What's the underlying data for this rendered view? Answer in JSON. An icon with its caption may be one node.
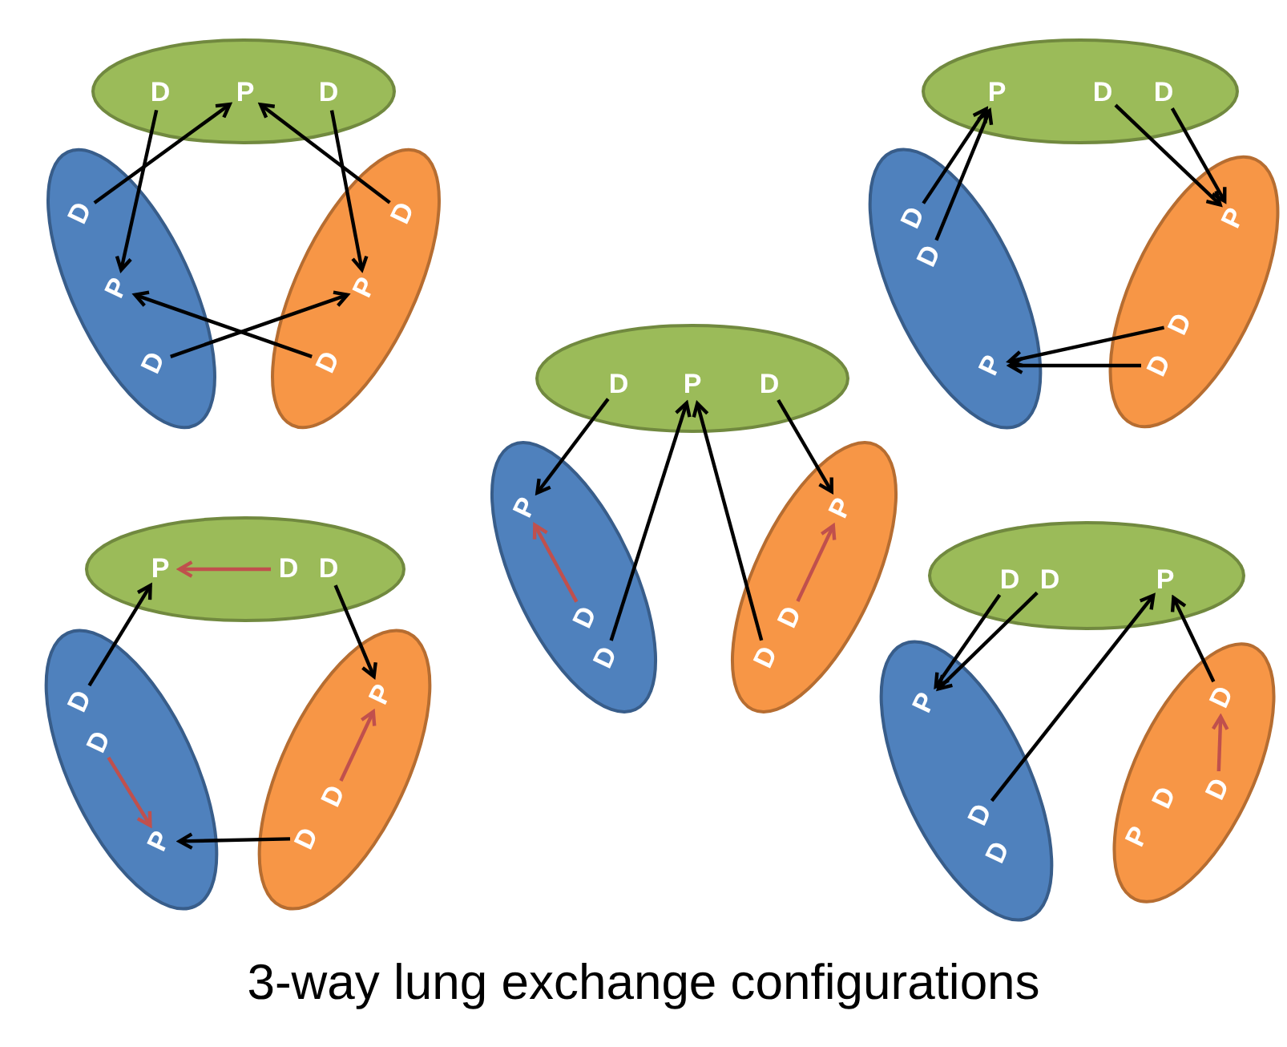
{
  "diagram": {
    "caption": "3-way lung exchange configurations",
    "nodes": [
      {
        "text": [],
        "shape": "ellipse"
      },
      {
        "text": [
          "D"
        ],
        "in": 0
      },
      {
        "text": [
          "P"
        ],
        "in": 0
      },
      {
        "text": [
          "D"
        ],
        "in": 0
      },
      {
        "text": [],
        "shape": "ellipse"
      },
      {
        "text": [
          "D"
        ],
        "in": 4
      },
      {
        "text": [
          "P"
        ],
        "in": 4
      },
      {
        "text": [
          "D"
        ],
        "in": 4
      },
      {
        "text": [],
        "shape": "ellipse"
      },
      {
        "text": [
          "D"
        ],
        "in": 8
      },
      {
        "text": [
          "P"
        ],
        "in": 8
      },
      {
        "text": [
          "D"
        ],
        "in": 8
      },
      {
        "text": [],
        "shape": "ellipse"
      },
      {
        "text": [
          "P"
        ],
        "in": 12
      },
      {
        "text": [
          "D"
        ],
        "in": 12
      },
      {
        "text": [
          "D"
        ],
        "in": 12
      },
      {
        "text": [],
        "shape": "ellipse"
      },
      {
        "text": [
          "D"
        ],
        "in": 16
      },
      {
        "text": [
          "D"
        ],
        "in": 16
      },
      {
        "text": [
          "P"
        ],
        "in": 16
      },
      {
        "text": [],
        "shape": "ellipse"
      },
      {
        "text": [
          "P"
        ],
        "in": 20
      },
      {
        "text": [
          "D"
        ],
        "in": 20
      },
      {
        "text": [
          "D"
        ],
        "in": 20
      },
      {
        "text": [],
        "shape": "ellipse"
      },
      {
        "text": [
          "D"
        ],
        "in": 24
      },
      {
        "text": [
          "P"
        ],
        "in": 24
      },
      {
        "text": [
          "D"
        ],
        "in": 24
      },
      {
        "text": [],
        "shape": "ellipse"
      },
      {
        "text": [
          "P"
        ],
        "in": 28
      },
      {
        "text": [
          "D"
        ],
        "in": 28
      },
      {
        "text": [
          "D"
        ],
        "in": 28
      },
      {
        "text": [],
        "shape": "ellipse"
      },
      {
        "text": [
          "P"
        ],
        "in": 32
      },
      {
        "text": [
          "D"
        ],
        "in": 32
      },
      {
        "text": [
          "D"
        ],
        "in": 32
      },
      {
        "text": [],
        "shape": "ellipse"
      },
      {
        "text": [
          "P"
        ],
        "in": 36
      },
      {
        "text": [
          "D"
        ],
        "in": 36
      },
      {
        "text": [
          "D"
        ],
        "in": 36
      },
      {
        "text": [],
        "shape": "ellipse"
      },
      {
        "text": [
          "D"
        ],
        "in": 40
      },
      {
        "text": [
          "D"
        ],
        "in": 40
      },
      {
        "text": [
          "P"
        ],
        "in": 40
      },
      {
        "text": [],
        "shape": "ellipse"
      },
      {
        "text": [
          "P"
        ],
        "in": 44
      },
      {
        "text": [
          "D"
        ],
        "in": 44
      },
      {
        "text": [
          "D"
        ],
        "in": 44
      },
      {
        "text": [],
        "shape": "ellipse"
      },
      {
        "text": [
          "D"
        ],
        "in": 48
      },
      {
        "text": [
          "D"
        ],
        "in": 48
      },
      {
        "text": [
          "P"
        ],
        "in": 48
      },
      {
        "text": [],
        "shape": "ellipse"
      },
      {
        "text": [
          "P"
        ],
        "in": 52
      },
      {
        "text": [
          "D"
        ],
        "in": 52
      },
      {
        "text": [
          "D"
        ],
        "in": 52
      },
      {
        "text": [],
        "shape": "ellipse"
      },
      {
        "text": [
          "D"
        ],
        "in": 56
      },
      {
        "text": [
          "D"
        ],
        "in": 56
      },
      {
        "text": [
          "D"
        ],
        "in": 56
      },
      {
        "text": [
          "P"
        ],
        "in": 56
      }
    ],
    "edges": [
      {
        "from": 1,
        "to": 6,
        "arrow": "to"
      },
      {
        "from": 5,
        "to": 2,
        "arrow": "to"
      },
      {
        "from": 3,
        "to": 10,
        "arrow": "to"
      },
      {
        "from": 9,
        "to": 2,
        "arrow": "to"
      },
      {
        "from": 7,
        "to": 10,
        "arrow": "to"
      },
      {
        "from": 11,
        "to": 6,
        "arrow": "to"
      },
      {
        "from": 17,
        "to": 13,
        "arrow": "to"
      },
      {
        "from": 18,
        "to": 13,
        "arrow": "to"
      },
      {
        "from": 14,
        "to": 21,
        "arrow": "to"
      },
      {
        "from": 15,
        "to": 21,
        "arrow": "to"
      },
      {
        "from": 22,
        "to": 19,
        "arrow": "to"
      },
      {
        "from": 23,
        "to": 19,
        "arrow": "to"
      },
      {
        "from": 25,
        "to": 29,
        "arrow": "to"
      },
      {
        "from": 31,
        "to": 26,
        "arrow": "to"
      },
      {
        "from": 35,
        "to": 26,
        "arrow": "to"
      },
      {
        "from": 27,
        "to": 33,
        "arrow": "to"
      },
      {
        "from": 30,
        "to": 29,
        "arrow": "to",
        "color": "#c0504d"
      },
      {
        "from": 34,
        "to": 33,
        "arrow": "to",
        "color": "#c0504d"
      },
      {
        "from": 38,
        "to": 37,
        "arrow": "to",
        "color": "#c0504d"
      },
      {
        "from": 41,
        "to": 37,
        "arrow": "to"
      },
      {
        "from": 39,
        "to": 45,
        "arrow": "to"
      },
      {
        "from": 46,
        "to": 45,
        "arrow": "to",
        "color": "#c0504d"
      },
      {
        "from": 47,
        "to": 43,
        "arrow": "to"
      },
      {
        "from": 42,
        "to": 43,
        "arrow": "to",
        "color": "#c0504d"
      },
      {
        "from": 49,
        "to": 53,
        "arrow": "to"
      },
      {
        "from": 50,
        "to": 53,
        "arrow": "to"
      },
      {
        "from": 54,
        "to": 51,
        "arrow": "to"
      },
      {
        "from": 57,
        "to": 51,
        "arrow": "to"
      },
      {
        "from": 58,
        "to": 57,
        "arrow": "to",
        "color": "#c0504d"
      }
    ]
  }
}
